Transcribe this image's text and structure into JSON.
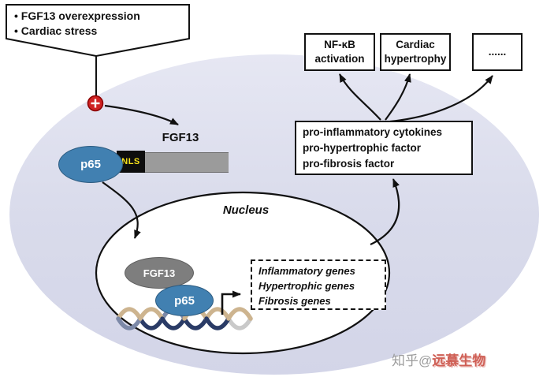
{
  "callout": {
    "bullet": "•",
    "items": [
      "FGF13 overexpression",
      "Cardiac stress"
    ]
  },
  "cytoplasm": {
    "fgf13_label": "FGF13",
    "nls_label": "NLS",
    "p65_label": "p65"
  },
  "nucleus": {
    "title": "Nucleus",
    "fgf13_label": "FGF13",
    "p65_label": "p65"
  },
  "genes_box": {
    "lines": [
      "Inflammatory genes",
      "Hypertrophic genes",
      "Fibrosis genes"
    ]
  },
  "factors_box": {
    "lines": [
      "pro-inflammatory cytokines",
      "pro-hypertrophic factor",
      "pro-fibrosis factor"
    ]
  },
  "outcomes": [
    {
      "label": "NF-κB\nactivation"
    },
    {
      "label": "Cardiac\nhypertrophy"
    },
    {
      "label": "......"
    }
  ],
  "watermark": {
    "prefix": "知乎@",
    "name": "远慕生物"
  },
  "icons": {
    "stimulus_plus": "+"
  },
  "colors": {
    "cell_fill": "#dcdeee",
    "p65_blue": "#4180b1",
    "fgf13_gray": "#7e7e7e",
    "nls_yellow": "#f5e11a",
    "plus_red": "#cf2222",
    "watermark_red": "#cf5f55"
  }
}
